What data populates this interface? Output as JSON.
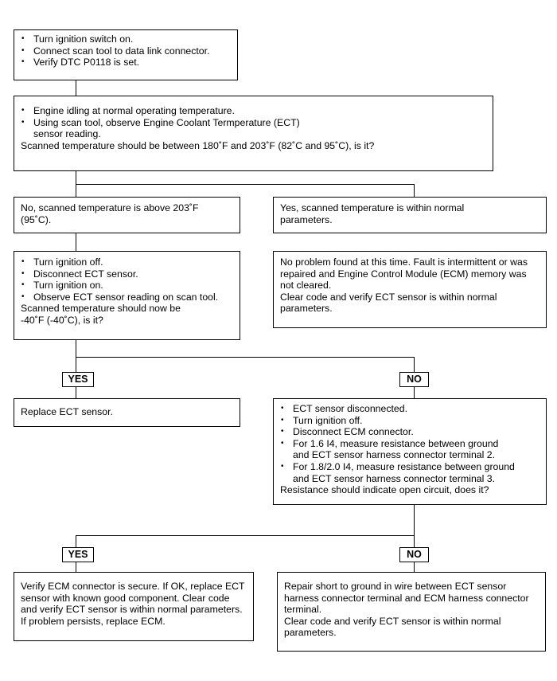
{
  "box1": {
    "items": [
      "Turn ignition switch on.",
      "Connect scan tool to data link connector.",
      "Verify DTC P0118 is set."
    ]
  },
  "box2": {
    "items": [
      "Engine idling at normal operating temperature.",
      "Using scan tool, observe Engine Coolant Termperature (ECT)"
    ],
    "cont": "sensor reading.",
    "question": "Scanned temperature should be between 180˚F and 203˚F (82˚C and 95˚C), is it?"
  },
  "box_no1": {
    "text": "No, scanned temperature is above 203˚F (95˚C)."
  },
  "box_yes1": {
    "text": "Yes, scanned temperature is within normal parameters."
  },
  "box3": {
    "items": [
      "Turn ignition off.",
      "Disconnect ECT sensor.",
      "Turn ignition on.",
      "Observe ECT sensor reading on scan tool."
    ],
    "question": "Scanned temperature should now be -40˚F (-40˚C), is it?"
  },
  "box_ok": {
    "text": "No problem found at this time. Fault is intermittent or was repaired and Engine Control Module (ECM) memory was not cleared.",
    "text2": "Clear code and verify ECT sensor is within normal parameters."
  },
  "label_yes1": "YES",
  "label_no1": "NO",
  "box_replace": {
    "text": "Replace ECT sensor."
  },
  "box4": {
    "items": [
      "ECT sensor disconnected.",
      "Turn ignition off.",
      "Disconnect ECM connector.",
      "For 1.6 I4, measure resistance between ground"
    ],
    "cont1": "and ECT sensor harness connector terminal 2.",
    "item5": "For 1.8/2.0 I4, measure resistance between ground",
    "cont2": "and ECT sensor harness connector terminal 3.",
    "question": "Resistance should indicate open circuit, does it?"
  },
  "label_yes2": "YES",
  "label_no2": "NO",
  "box_ecm": {
    "text": "Verify ECM connector is secure. If OK, replace ECT sensor with known good component. Clear code and verify ECT sensor is within normal parameters. If problem persists, replace ECM."
  },
  "box_repair": {
    "text": "Repair short to ground in wire between ECT sensor harness connector terminal and ECM harness connector terminal.",
    "text2": "Clear code and verify ECT sensor is within normal parameters."
  }
}
